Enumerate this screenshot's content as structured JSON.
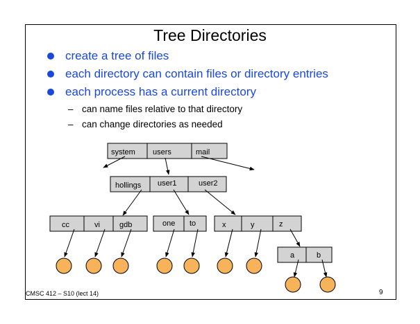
{
  "slide": {
    "title": "Tree Directories",
    "bullets": [
      "create a tree of files",
      "each directory can contain files or directory entries",
      "each process has a current directory"
    ],
    "sub_bullets": [
      "can name files relative to that directory",
      "can change directories as needed"
    ],
    "footer": "CMSC 412 – S10 (lect 14)",
    "page_number": "9"
  },
  "colors": {
    "bullet_text": "#1a48d8",
    "box_fill": "#d3d3d3",
    "file_fill": "#f6b35a"
  },
  "diagram": {
    "root_entries": [
      "system",
      "users",
      "mail"
    ],
    "users_entries": [
      "hollings",
      "user1",
      "user2"
    ],
    "hollings_entries": [
      "cc",
      "vi",
      "gdb"
    ],
    "user1_entries": [
      "one",
      "to"
    ],
    "user2_entries": [
      "x",
      "y",
      "z"
    ],
    "z_entries": [
      "a",
      "b"
    ]
  }
}
